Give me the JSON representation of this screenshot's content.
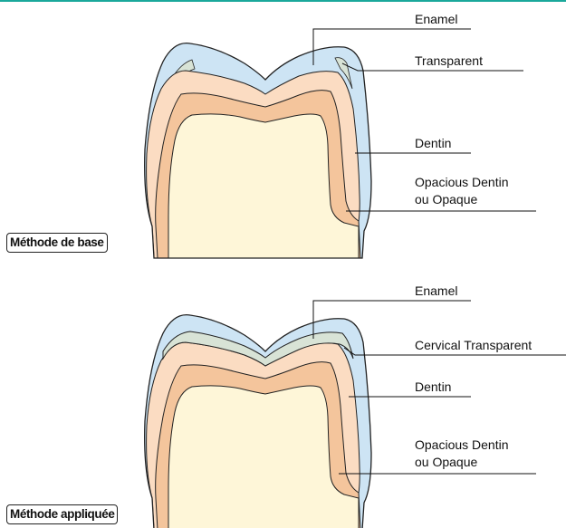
{
  "colors": {
    "enamel": "#cde4f4",
    "transparent": "#d8e3d6",
    "dentin": "#fbdcc2",
    "opacious_dentin": "#f4c59c",
    "core": "#fef6d8",
    "outline": "#222222",
    "accent_rule": "#1aa89b"
  },
  "diagrams": [
    {
      "method_label": "Méthode de base",
      "labels": {
        "enamel": "Enamel",
        "transparent": "Transparent",
        "dentin": "Dentin",
        "opacious_line1": "Opacious Dentin",
        "opacious_line2": "ou Opaque"
      }
    },
    {
      "method_label": "Méthode appliquée",
      "labels": {
        "enamel": "Enamel",
        "transparent": "Cervical Transparent",
        "dentin": "Dentin",
        "opacious_line1": "Opacious Dentin",
        "opacious_line2": "ou Opaque"
      }
    }
  ]
}
